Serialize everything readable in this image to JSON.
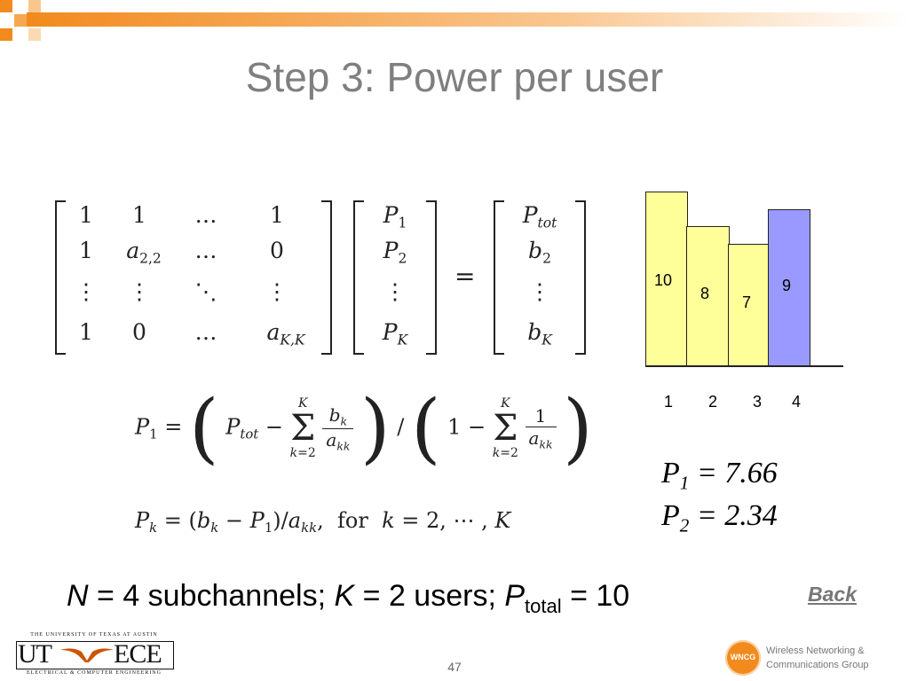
{
  "slide": {
    "title": "Step 3: Power per user",
    "page_number": "47",
    "back_link": "Back"
  },
  "matrix_eq": {
    "A": [
      [
        "1",
        "1",
        "…",
        "1"
      ],
      [
        "1",
        "a2,2",
        "…",
        "0"
      ],
      [
        "⋮",
        "⋮",
        "⋱",
        "⋮"
      ],
      [
        "1",
        "0",
        "…",
        "aK,K"
      ]
    ],
    "P": [
      "P1",
      "P2",
      "⋮",
      "PK"
    ],
    "rhs": [
      "Ptot",
      "b2",
      "⋮",
      "bK"
    ],
    "equals": "="
  },
  "formula_p1": "P1 = ( Ptot − Σ bk/akk ) / ( 1 − Σ 1/akk ), k=2..K",
  "formula_pk": {
    "expr": "Pk = (bk − P1)/akk,",
    "for_text": "for",
    "range": "k = 2, ⋯ , K"
  },
  "chart_data": {
    "type": "bar",
    "categories": [
      "1",
      "2",
      "3",
      "4"
    ],
    "values": [
      10,
      8,
      7,
      9
    ],
    "colors": [
      "#ffff99",
      "#ffff99",
      "#ffff99",
      "#9999ff"
    ],
    "data_labels": [
      "10",
      "8",
      "7",
      "9"
    ]
  },
  "results": {
    "p1": {
      "sym": "P",
      "sub": "1",
      "eq": "= 7.66"
    },
    "p2": {
      "sym": "P",
      "sub": "2",
      "eq": "= 2.34"
    }
  },
  "bottom_line": {
    "n_sym": "N",
    "n_text": "= 4 subchannels;",
    "k_sym": "K",
    "k_text": "= 2 users;",
    "p_sym": "P",
    "p_sub": "total",
    "p_text": "= 10"
  },
  "logos": {
    "ut_top": "THE UNIVERSITY OF TEXAS AT AUSTIN",
    "ut_left": "UT",
    "ut_right": "ECE",
    "ut_bottom": "ELECTRICAL & COMPUTER ENGINEERING",
    "wncg_badge": "WNCG",
    "wncg_line1": "Wireless Networking &",
    "wncg_line2": "Communications Group"
  },
  "colors": {
    "title": "#7f7f7f",
    "accent_orange": "#f28a1d",
    "bar_yellow": "#ffff99",
    "bar_blue": "#9999ff"
  }
}
